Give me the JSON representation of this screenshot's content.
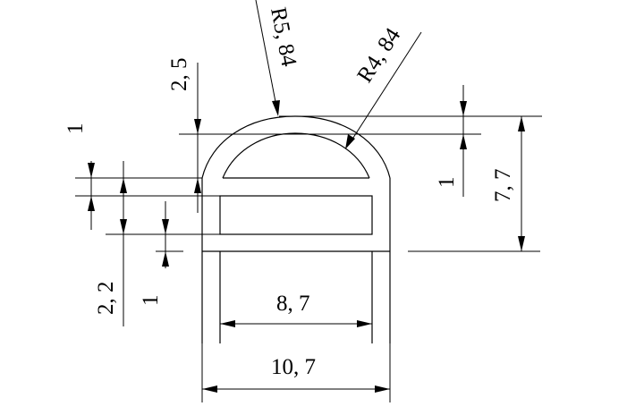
{
  "dimensions": {
    "outer_radius": "R5, 84",
    "inner_radius": "R4, 84",
    "top_height": "2, 5",
    "left_one": "1",
    "right_one": "1",
    "total_height": "7, 7",
    "bottom_left": "2, 2",
    "bottom_one": "1",
    "inner_width": "8, 7",
    "outer_width": "10, 7"
  }
}
